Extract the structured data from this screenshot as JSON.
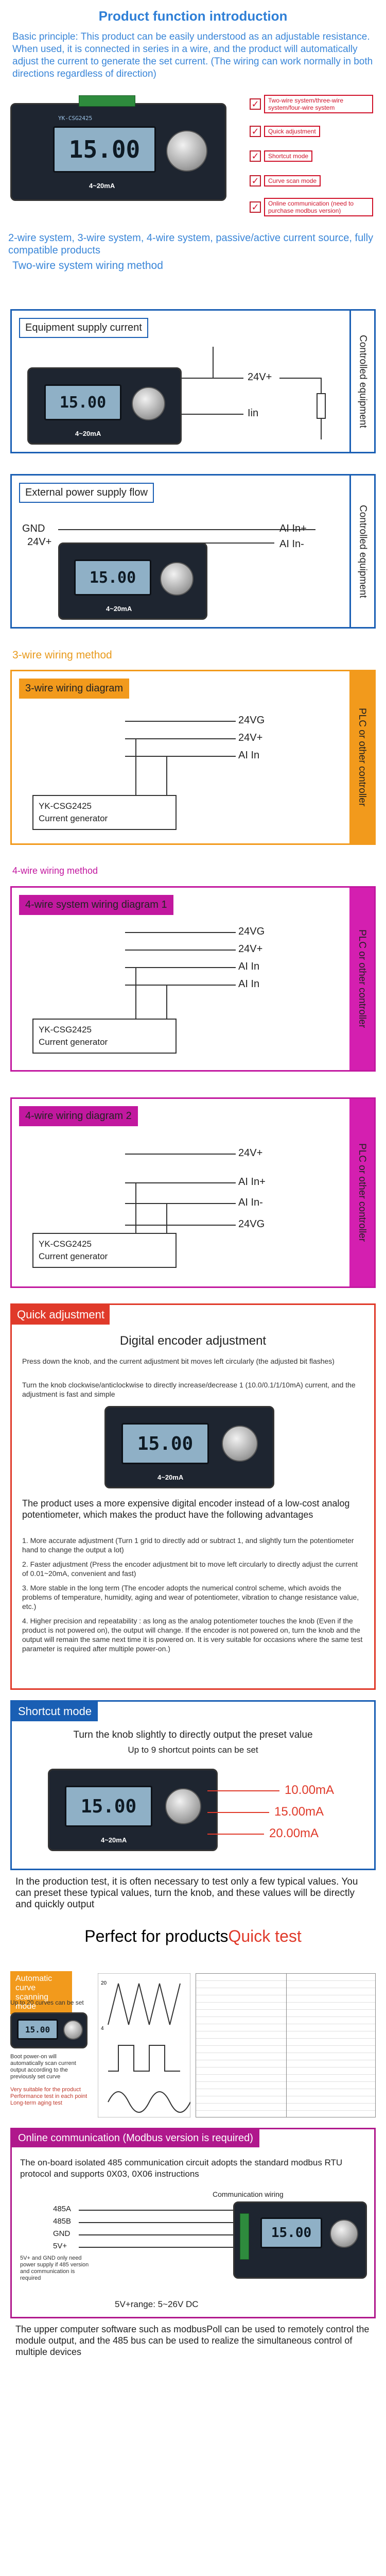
{
  "header": {
    "title": "Product function introduction",
    "intro": "Basic principle: This product can be easily understood as an adjustable resistance. When used, it is connected in series in a wire, and the product will automatically adjust the current to generate the set current. (The wiring can work normally in both directions regardless of direction)"
  },
  "device": {
    "display": "15.00",
    "range": "4~20mA",
    "brand": "YK-CSG2425"
  },
  "features": [
    {
      "label": "Two-wire system/three-wire system/four-wire system"
    },
    {
      "label": "Quick adjustment"
    },
    {
      "label": "Shortcut mode"
    },
    {
      "label": "Curve scan mode"
    },
    {
      "label": "Online communication (need to purchase modbus version)"
    }
  ],
  "compat_line": "2-wire system, 3-wire system, 4-wire system, passive/active current source, fully compatible products",
  "two_wire": {
    "heading": "Two-wire system wiring method",
    "supply": {
      "title": "Equipment supply current",
      "side": "Controlled equipment",
      "pins": [
        "24V+",
        "Iin"
      ]
    },
    "external": {
      "title": "External power supply flow",
      "side": "Controlled equipment",
      "left_pins": [
        "GND",
        "24V+"
      ],
      "right_pins": [
        "AI In+",
        "AI In-"
      ]
    }
  },
  "three_wire": {
    "heading": "3-wire wiring method",
    "title": "3-wire wiring diagram",
    "side": "PLC or other controller",
    "pins": [
      "24VG",
      "24V+",
      "AI In"
    ],
    "generator": "YK-CSG2425",
    "generator_sub": "Current generator"
  },
  "four_wire": {
    "heading": "4-wire wiring method",
    "d1": {
      "title": "4-wire system wiring diagram 1",
      "side": "PLC or other controller",
      "pins": [
        "24VG",
        "24V+",
        "AI In",
        "AI In"
      ],
      "generator": "YK-CSG2425",
      "generator_sub": "Current generator"
    },
    "d2": {
      "title": "4-wire wiring diagram 2",
      "side": "PLC or other controller",
      "pins": [
        "24V+",
        "AI In+",
        "AI In-",
        "24VG"
      ],
      "generator": "YK-CSG2425",
      "generator_sub": "Current generator"
    }
  },
  "quick": {
    "tab": "Quick adjustment",
    "subtitle": "Digital encoder adjustment",
    "p1": "Press down the knob, and the current adjustment bit moves left circularly (the adjusted bit flashes)",
    "p2": "Turn the knob clockwise/anticlockwise to directly increase/decrease 1 (10.0/0.1/1/10mA) current, and the adjustment is fast and simple",
    "p3": "The product uses a more expensive digital encoder instead of a low-cost analog potentiometer, which makes the product have the following advantages",
    "a1": "1. More accurate adjustment (Turn 1 grid to directly add or subtract 1, and slightly turn the potentiometer hand to change the output a lot)",
    "a2": "2. Faster adjustment (Press the encoder adjustment bit to move left circularly to directly adjust the current of 0.01~20mA, convenient and fast)",
    "a3": "3. More stable in the long term (The encoder adopts the numerical control scheme, which avoids the problems of temperature, humidity, aging and wear of potentiometer, vibration to change resistance value, etc.)",
    "a4": "4. Higher precision and repeatability : as long as the analog potentiometer touches the knob (Even if the product is not powered on), the output will change. If the encoder is not powered on, turn the knob and the output will remain the same next time it is powered on. It is very suitable for occasions where the same test parameter is required after multiple power-on.)"
  },
  "shortcut": {
    "tab": "Shortcut mode",
    "p1": "Turn the knob slightly to directly output the preset value",
    "p2": "Up to 9 shortcut points can be set",
    "values": [
      "10.00mA",
      "15.00mA",
      "20.00mA"
    ],
    "p3": "In the production test, it is often necessary to test only a few typical values. You can preset these typical values, turn the knob, and these values will be directly and quickly output",
    "perfect_a": "Perfect for products",
    "perfect_b": "Quick test"
  },
  "curve": {
    "tab": "Automatic curve scanning mode",
    "p1": "Up to 20 curves can be set",
    "p2": "Boot power-on will automatically scan current output according to the previously set curve",
    "p3": "Very suitable for the product Performance test in each point Long-term aging test",
    "chart_labels": [
      "20",
      "4"
    ]
  },
  "online": {
    "tab": "Online communication (Modbus version is required)",
    "p1": "The on-board isolated 485 communication circuit adopts the standard modbus RTU protocol and supports 0X03, 0X06 instructions",
    "comm_label": "Communication wiring",
    "pins": [
      "485A",
      "485B",
      "GND",
      "5V+"
    ],
    "note": "5V+ and GND only need power supply if 485 version and communication is required",
    "vrange": "5V+range: 5~26V DC",
    "p2": "The upper computer software such as modbusPoll can be used to remotely control the module output, and the 485 bus can be used to realize the simultaneous control of multiple devices"
  }
}
